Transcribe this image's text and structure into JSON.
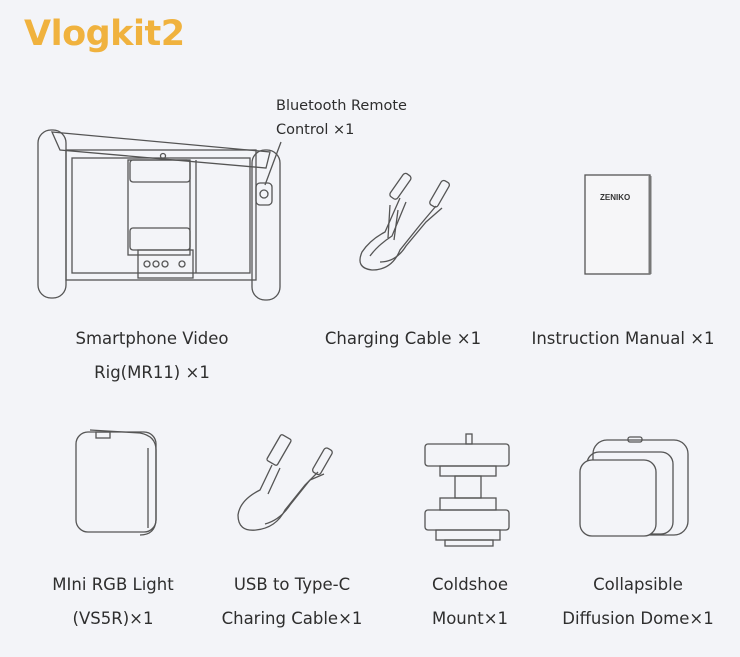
{
  "title": "Vlogkit2",
  "callout": {
    "line1": "Bluetooth Remote",
    "line2": "Control ×1"
  },
  "manual_brand": "ZENIKO",
  "items": [
    {
      "line1": "Smartphone Video",
      "line2": "Rig(MR11) ×1"
    },
    {
      "line1": "Charging Cable ×1"
    },
    {
      "line1": "Instruction Manual ×1"
    },
    {
      "line1": "MIni RGB Light",
      "line2": "(VS5R)×1"
    },
    {
      "line1": "USB to Type-C",
      "line2": "Charing Cable×1"
    },
    {
      "line1": "Coldshoe",
      "line2": "Mount×1"
    },
    {
      "line1": "Collapsible",
      "line2": "Diffusion Dome×1"
    }
  ],
  "colors": {
    "title": "#f0b23e",
    "background": "#f3f4f8"
  }
}
